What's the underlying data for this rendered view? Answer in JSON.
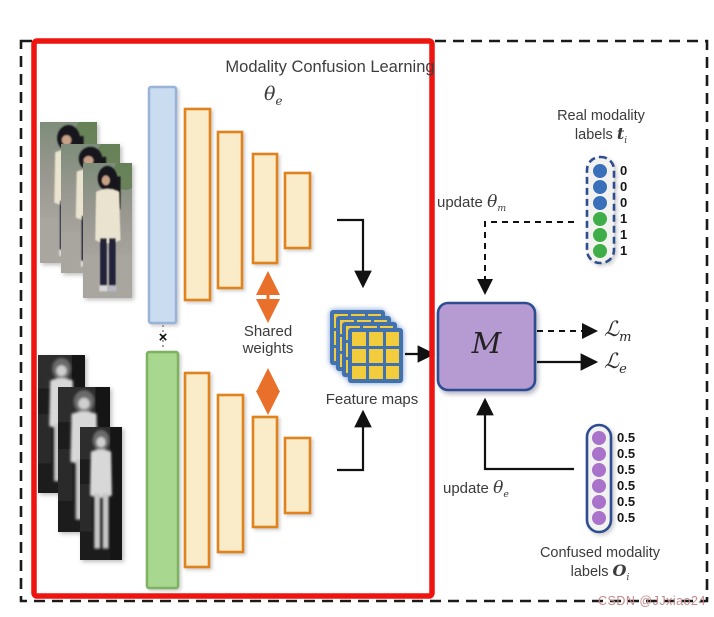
{
  "diagram": {
    "title": "Modality Confusion Learning",
    "watermark": "CSDN @JJxiao24"
  },
  "texts": {
    "update": "update",
    "theta": "θ",
    "sub_e": "e",
    "sub_m": "m",
    "sub_i": "i",
    "shared_line1": "Shared",
    "shared_line2": "weights",
    "feature_maps": "Feature maps",
    "m_module": "M",
    "loss_symbol": "ℒ",
    "real_line1": "Real modality",
    "real_line2": "labels",
    "t_symbol": "t",
    "confused_line1": "Confused modality",
    "confused_line2": "labels",
    "o_symbol": "O",
    "multiply": "×"
  },
  "real_modality_values": [
    "0",
    "0",
    "0",
    "1",
    "1",
    "1"
  ],
  "confused_modality_values": [
    "0.5",
    "0.5",
    "0.5",
    "0.5",
    "0.5",
    "0.5"
  ],
  "colors": {
    "frame_red": "#ee1511",
    "outer_dash": "#1a1a1a",
    "encoder_bar_fill": "#faecc8",
    "encoder_bar_border": "#e0821e",
    "rgb_input_bar_fill": "#c9dcf0",
    "rgb_input_bar_border": "#9ab4d8",
    "ir_input_bar_fill": "#a8d78f",
    "ir_input_bar_border": "#7db360",
    "feature_map_blue": "#4272ae",
    "feature_map_yellow": "#f2cc3d",
    "module_fill": "#b69bd2",
    "module_border": "#2e4d91",
    "capsule_fill": "#f2f2f0",
    "capsule_border": "#2e4d91",
    "dot_blue": "#3a70b9",
    "dot_green": "#3fae49",
    "dot_purple": "#a973cc",
    "arrow_orange": "#e8702a",
    "arrow_black": "#111111"
  }
}
